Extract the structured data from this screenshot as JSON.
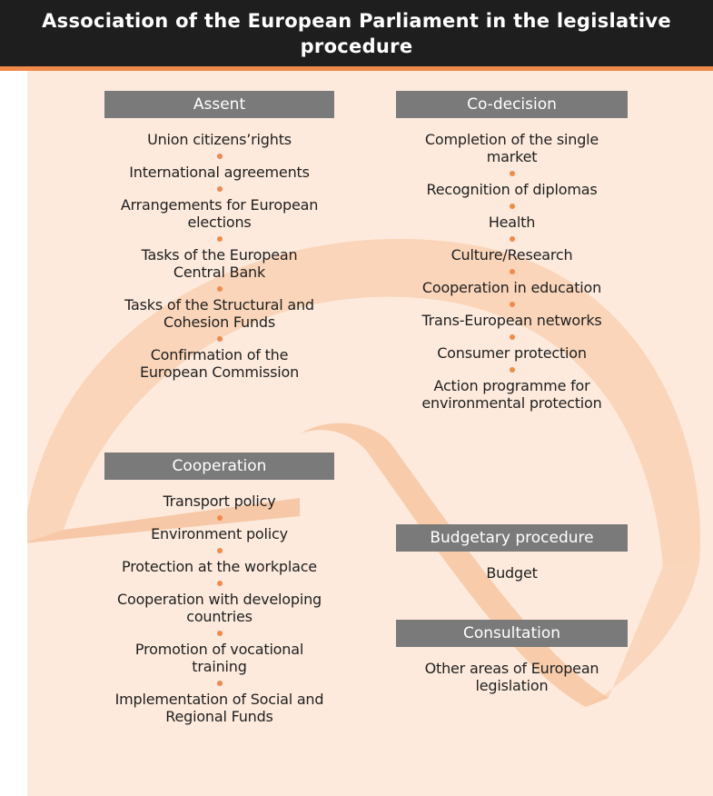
{
  "title": "Association of the European Parliament in the legislative procedure",
  "sections": {
    "assent": {
      "heading": "Assent",
      "items": [
        "Union citizens’rights",
        "International agreements",
        "Arrangements for European elections",
        "Tasks of the European Central Bank",
        "Tasks of the Structural and Cohesion Funds",
        "Confirmation of the European Commission"
      ]
    },
    "cooperation": {
      "heading": "Cooperation",
      "items": [
        "Transport policy",
        "Environment policy",
        "Protection at the workplace",
        "Cooperation with developing countries",
        "Promotion of vocational training",
        "Implementation of Social and Regional Funds"
      ]
    },
    "codecision": {
      "heading": "Co-decision",
      "items": [
        "Completion of the single market",
        "Recognition of diplomas",
        "Health",
        "Culture/Research",
        "Cooperation in education",
        "Trans-European networks",
        "Consumer protection",
        "Action programme for environmental protection"
      ]
    },
    "budgetary": {
      "heading": "Budgetary procedure",
      "items": [
        "Budget"
      ]
    },
    "consultation": {
      "heading": "Consultation",
      "items": [
        "Other areas of European legislation"
      ]
    }
  },
  "colors": {
    "header_bg": "#1e1e1e",
    "header_rule": "#f08a4b",
    "panel_bg": "#fdeadc",
    "section_heading_bg": "#7a7a7a",
    "bullet": "#f08a4b",
    "swirl": "#f7c39c"
  }
}
